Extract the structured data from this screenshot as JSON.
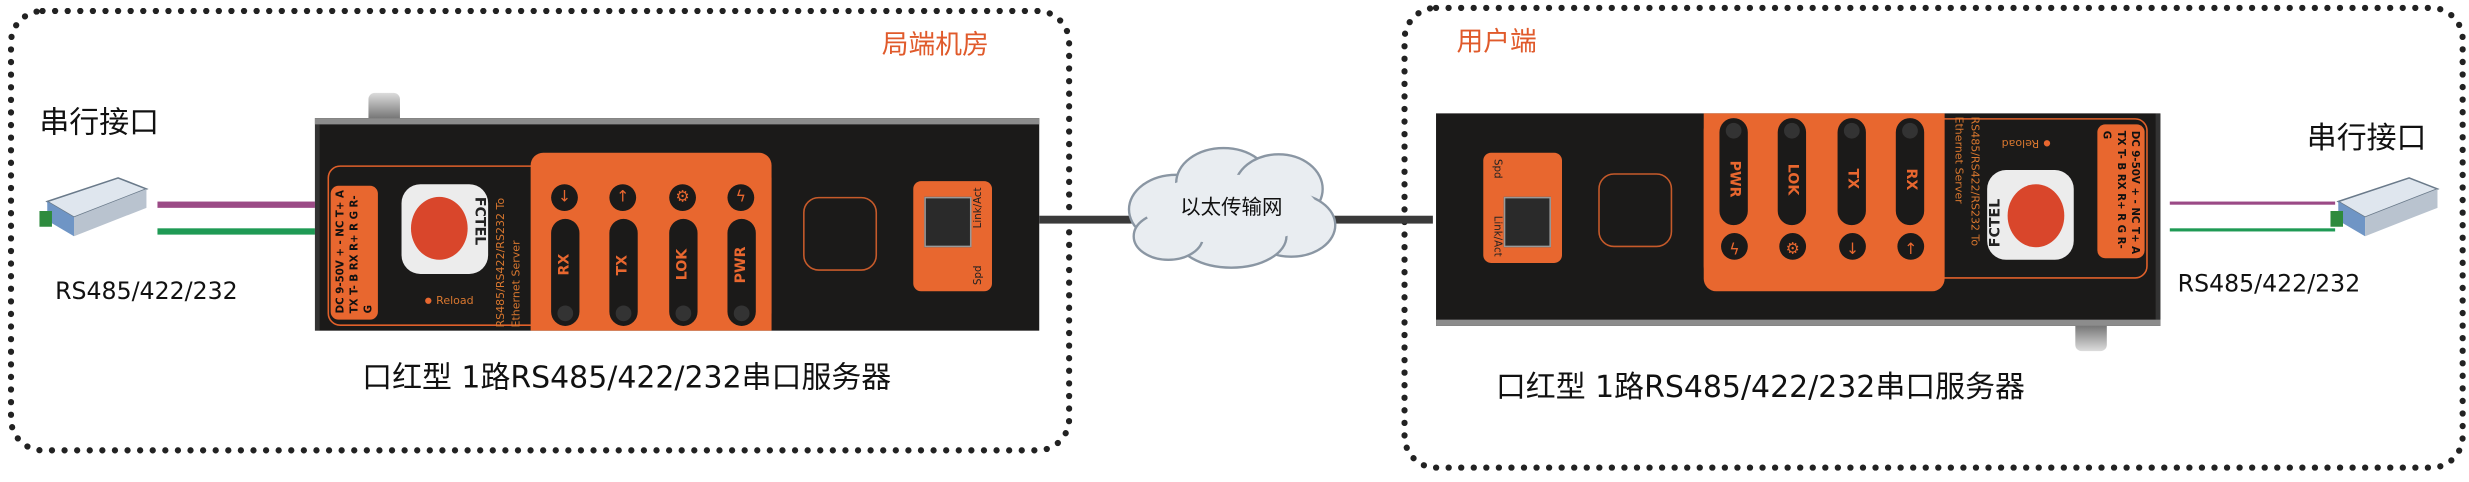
{
  "left_zone": {
    "title": "局端机房",
    "port_label": "串行接口",
    "interface_label": "RS485/422/232",
    "device_caption": "口红型 1路RS485/422/232串口服务器"
  },
  "right_zone": {
    "title": "用户端",
    "port_label": "串行接口",
    "interface_label": "RS485/422/232",
    "device_caption": "口红型 1路RS485/422/232串口服务器"
  },
  "network": {
    "label": "以太传输网"
  },
  "device": {
    "brand": "FCTEL",
    "model_line1": "RS485/RS422/RS232 To",
    "model_line2": "Ethernet Server",
    "reload": "Reload",
    "terminals": [
      "DC 9-50V + -",
      "NC T+ A",
      "TX T- B",
      "RX R+ R",
      "G R- G"
    ],
    "leds": [
      "RX",
      "TX",
      "LOK",
      "PWR"
    ],
    "port_link": "Link/Act",
    "port_spd": "Spd"
  },
  "colors": {
    "accent": "#e05a2b",
    "device_orange": "#e8672f",
    "cable_purple": "#9b4a86",
    "cable_green": "#1f9a55",
    "ethernet": "#3a3a3a"
  }
}
